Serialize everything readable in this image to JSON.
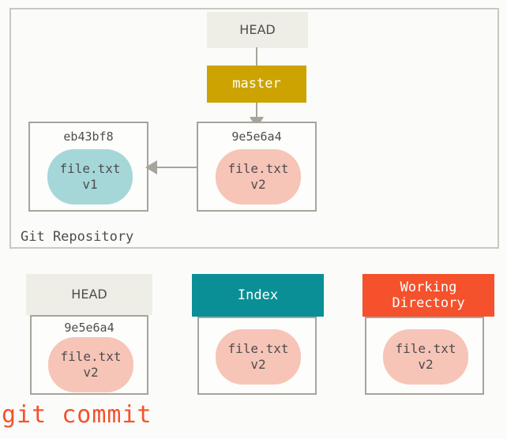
{
  "diagram": {
    "caption": "git commit",
    "repository": {
      "label": "Git Repository",
      "head_ref": "HEAD",
      "branch_ref": "master",
      "commits": [
        {
          "sha": "eb43bf8",
          "file": "file.txt",
          "version": "v1",
          "blob_color": "#a5d7d9"
        },
        {
          "sha": "9e5e6a4",
          "file": "file.txt",
          "version": "v2",
          "blob_color": "#f7c4b8"
        }
      ]
    },
    "areas": [
      {
        "title": "HEAD",
        "sha": "9e5e6a4",
        "file": "file.txt",
        "version": "v2",
        "header_color": "#eeeee7",
        "header_text_color": "#4d4d4d"
      },
      {
        "title": "Index",
        "sha": "",
        "file": "file.txt",
        "version": "v2",
        "header_color": "#0a8f96",
        "header_text_color": "#ffffff"
      },
      {
        "title": "Working\nDirectory",
        "title_line1": "Working",
        "title_line2": "Directory",
        "sha": "",
        "file": "file.txt",
        "version": "v2",
        "header_color": "#f4512c",
        "header_text_color": "#ffffff"
      }
    ],
    "colors": {
      "master_gold": "#cca300",
      "index_teal": "#0a8f96",
      "working_orange": "#f4512c",
      "blob_v1_teal": "#a5d7d9",
      "blob_v2_pink": "#f7c4b8",
      "border_gray": "#a6a49b",
      "header_gray": "#eeeee7",
      "text_gray": "#4d4d4d"
    }
  }
}
